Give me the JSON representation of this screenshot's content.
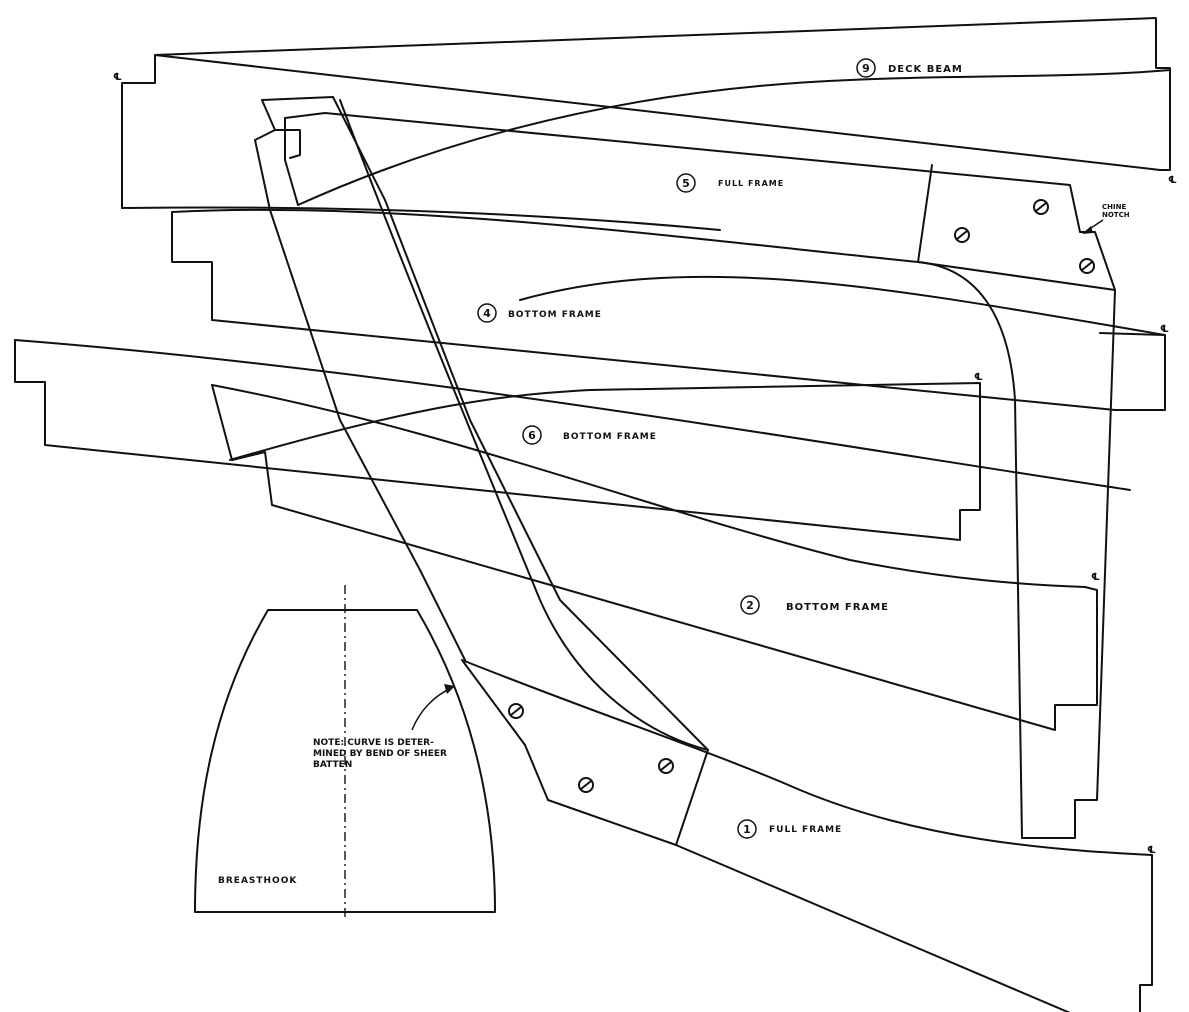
{
  "parts": {
    "deck_beam": {
      "number": "9",
      "label": "DECK BEAM"
    },
    "frame_5": {
      "number": "5",
      "label": "FULL FRAME"
    },
    "frame_4": {
      "number": "4",
      "label": "BOTTOM FRAME"
    },
    "frame_6": {
      "number": "6",
      "label": "BOTTOM FRAME"
    },
    "frame_2": {
      "number": "2",
      "label": "BOTTOM FRAME"
    },
    "frame_1": {
      "number": "1",
      "label": "FULL FRAME"
    },
    "breasthook": {
      "label": "BREASTHOOK"
    }
  },
  "annotations": {
    "chine_notch_line1": "CHINE",
    "chine_notch_line2": "NOTCH",
    "note_line1": "NOTE: CURVE IS DETER-",
    "note_line2": "MINED BY BEND OF SHEER",
    "note_line3": "BATTEN"
  },
  "centerline_symbol": "℄"
}
